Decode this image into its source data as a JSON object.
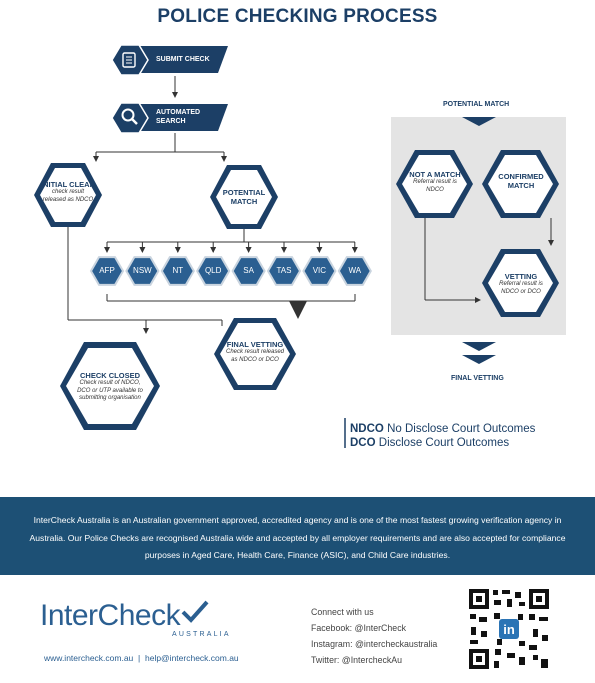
{
  "title": "POLICE CHECKING PROCESS",
  "steps": {
    "submit": "SUBMIT CHECK",
    "automated_line1": "AUTOMATED",
    "automated_line2": "SEARCH"
  },
  "initial_clear": {
    "title": "INITIAL CLEAR",
    "body": "check result released as NDCO"
  },
  "potential_match": {
    "title": "POTENTIAL MATCH"
  },
  "states": [
    "AFP",
    "NSW",
    "NT",
    "QLD",
    "SA",
    "TAS",
    "VIC",
    "WA"
  ],
  "check_closed": {
    "title": "CHECK CLOSED",
    "body": "Check result of NDCO, DCO or UTP available to submitting organisation"
  },
  "final_vetting_main": {
    "title": "FINAL VETTING",
    "body": "Check result released as NDCO or DCO"
  },
  "side": {
    "heading": "POTENTIAL MATCH",
    "not_a_match": {
      "title": "NOT A MATCH",
      "body": "Referral result is NDCO"
    },
    "confirmed_match": {
      "title": "CONFIRMED MATCH"
    },
    "vetting": {
      "title": "VETTING",
      "body": "Referral result is NDCO or DCO"
    },
    "footer": "FINAL VETTING"
  },
  "legend": [
    {
      "abbr": "NDCO",
      "text": "No Disclose Court Outcomes"
    },
    {
      "abbr": "DCO",
      "text": "Disclose Court Outcomes"
    }
  ],
  "info_text": "InterCheck Australia is an Australian government approved, accredited agency and is one of the most fastest growing verification agency in Australia. Our Police Checks are recognised Australia wide and accepted by all employer requirements and are also accepted for compliance purposes in Aged Care, Health Care, Finance (ASIC), and Child Care industries.",
  "logo": {
    "name": "InterCheck",
    "sub": "AUSTRALIA"
  },
  "footer": {
    "website": "www.intercheck.com.au",
    "separator": "|",
    "email": "help@intercheck.com.au"
  },
  "connect": {
    "heading": "Connect with us",
    "facebook": "Facebook: @InterCheck",
    "instagram": "Instagram: @intercheckaustralia",
    "twitter": "Twitter: @IntercheckAu"
  },
  "qr_badge": "in",
  "colors": {
    "navy": "#1c3f66",
    "band": "#1d5075",
    "state": "#2b5f91",
    "panel": "#e4e4e4"
  }
}
